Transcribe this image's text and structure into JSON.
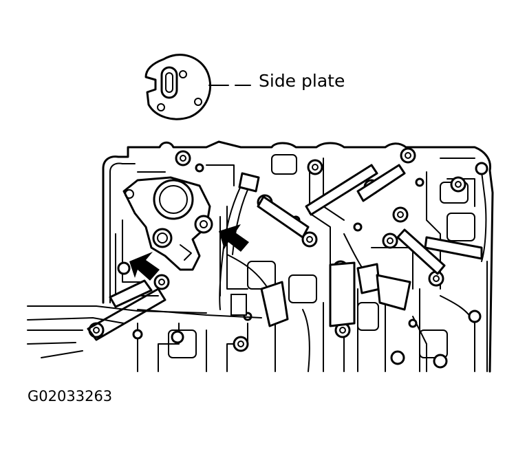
{
  "labels": {
    "side_plate": "Side plate",
    "figure_id": "G02033263"
  },
  "colors": {
    "line": "#000000",
    "background": "#ffffff"
  },
  "icons": {
    "arrow": "filled-black-arrow"
  }
}
